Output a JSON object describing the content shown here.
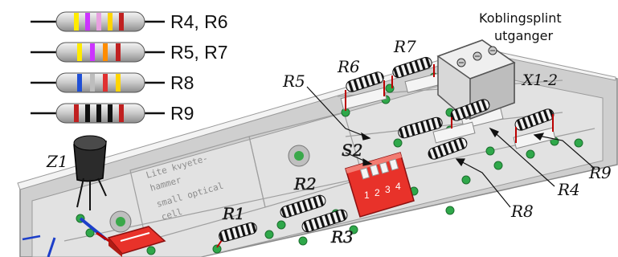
{
  "legend": [
    {
      "label": "R4, R6",
      "bands": [
        "#ffeb00",
        "#cc33ff",
        "#e8a0e0",
        "#ffd500",
        "#c02020"
      ]
    },
    {
      "label": "R5, R7",
      "bands": [
        "#ffeb00",
        "#cc33ff",
        "#ff8c00",
        "#c02020"
      ]
    },
    {
      "label": "R8",
      "bands": [
        "#1f4fd6",
        "#bdbdbd",
        "#e03030",
        "#ffd500"
      ]
    },
    {
      "label": "R9",
      "bands": [
        "#c02020",
        "#111111",
        "#111111",
        "#111111",
        "#c02020"
      ]
    }
  ],
  "connector": {
    "title_line1": "Koblingsplint",
    "title_line2": "utganger",
    "label": "X1-2"
  },
  "labels": {
    "r1": "R1",
    "r2": "R2",
    "r3": "R3",
    "r4": "R4",
    "r5": "R5",
    "r6": "R6",
    "r7": "R7",
    "r8": "R8",
    "r9": "R9",
    "s2": "S2",
    "z1": "Z1"
  },
  "dip_switch": {
    "numbers": [
      "1",
      "2",
      "3",
      "4"
    ]
  },
  "board_text": {
    "line1": "Lite kvyete-",
    "line2": "hammer",
    "line3": "small optical",
    "line4": "cell"
  },
  "colors": {
    "board": "#e2e2e2",
    "switch_red": "#e8322a",
    "pad_green": "#2fa84a"
  }
}
